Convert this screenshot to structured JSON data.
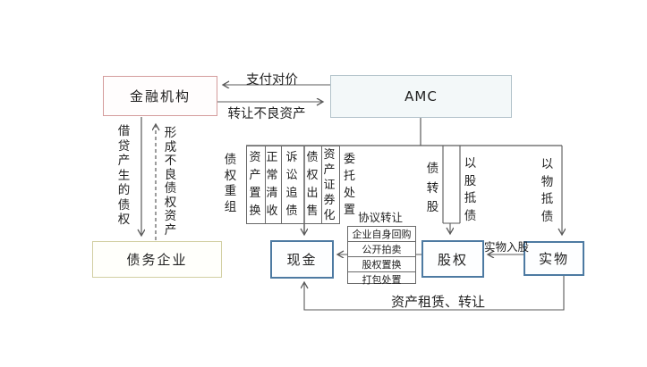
{
  "diagram": {
    "nodes": {
      "financial_institution": "金融机构",
      "amc": "AMC",
      "debtor_enterprise": "债务企业",
      "cash": "现金",
      "equity": "股权",
      "physical": "实物"
    },
    "edge_labels": {
      "pay_consideration": "支付对价",
      "transfer_bad_assets": "转让不良资产",
      "loan_generated_claims": "借贷产生的债权",
      "form_bad_claim_assets": "形成不良债权资产",
      "claim_restructuring": "债权重组",
      "asset_swap": "资产置换",
      "normal_collection": "正常清收",
      "litigation_recovery": "诉讼追债",
      "claim_sale": "债权出售",
      "asset_securitization": "资产证券化",
      "entrusted_disposal": "委托处置",
      "debt_to_equity": "债转股",
      "equity_for_debt": "以股抵债",
      "goods_for_debt": "以物抵债",
      "agreement_transfer": "协议转让",
      "physical_investment": "实物入股",
      "asset_lease_transfer": "资产租赁、转让"
    },
    "equity_disposal_methods": [
      "企业自身回购",
      "公开拍卖",
      "股权置换",
      "打包处置"
    ],
    "colors": {
      "fin_border": "#d49c9c",
      "amc_border": "#b3c3cb",
      "debtor_border": "#d2cfa2",
      "blue_border": "#4d7aa2",
      "line": "#5a5a5a"
    }
  }
}
